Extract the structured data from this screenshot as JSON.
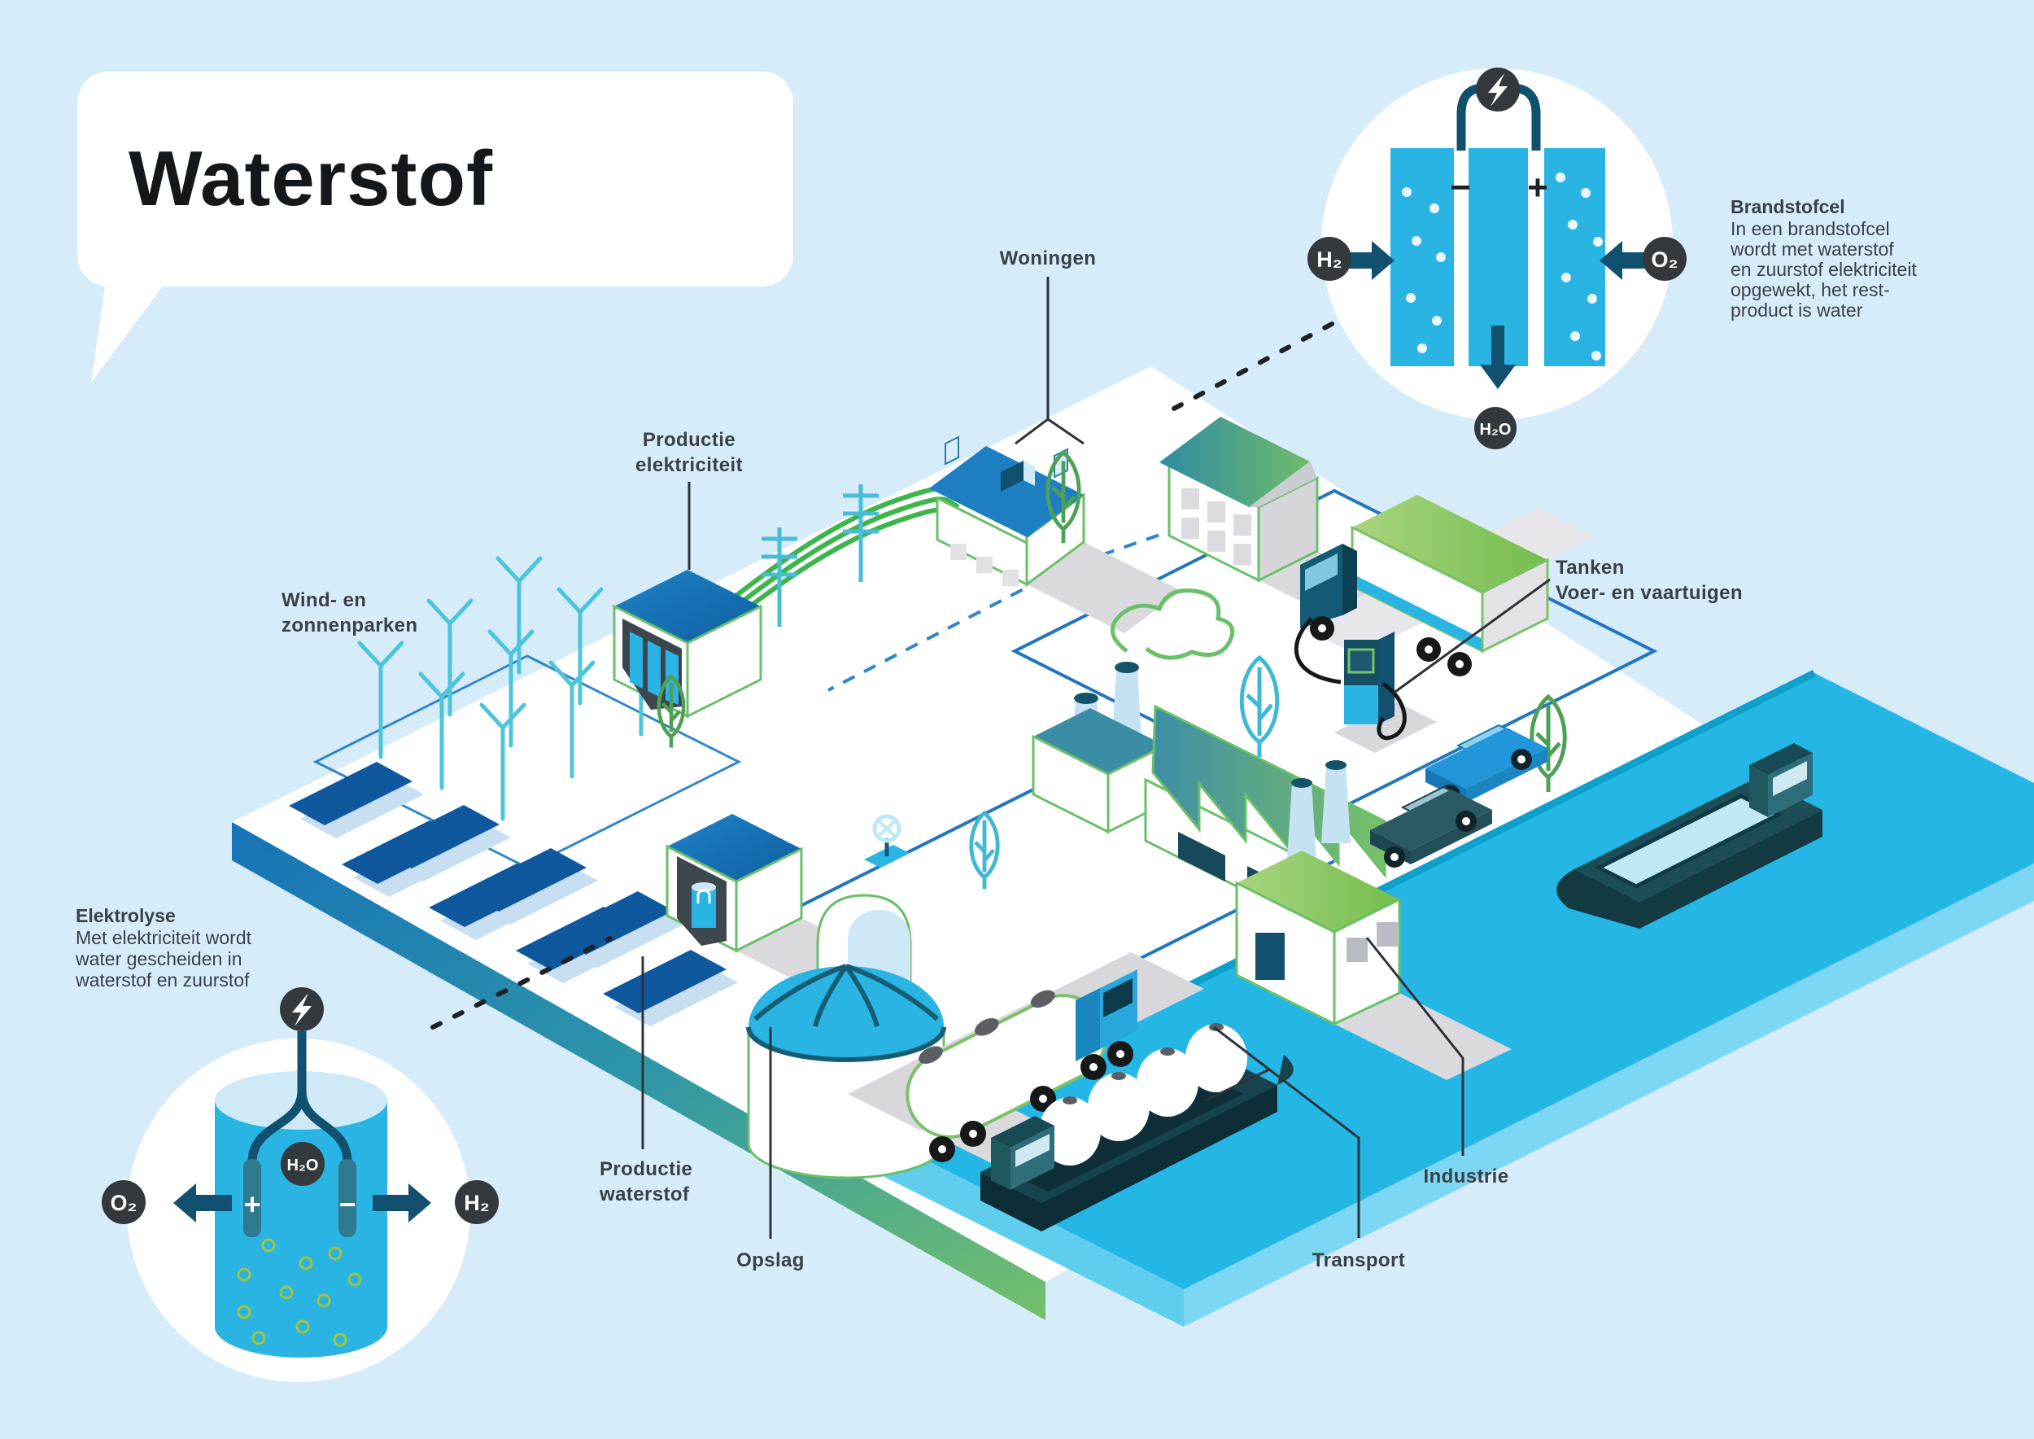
{
  "title": "Waterstof",
  "labels": {
    "woningen": "Woningen",
    "productie_elektriciteit": [
      "Productie",
      "elektriciteit"
    ],
    "wind_zonnenparken": [
      "Wind- en",
      "zonnenparken"
    ],
    "productie_waterstof": [
      "Productie",
      "waterstof"
    ],
    "opslag": "Opslag",
    "transport": "Transport",
    "industrie": "Industrie",
    "tanken": [
      "Tanken",
      "Voer- en vaartuigen"
    ]
  },
  "electrolysis": {
    "heading": "Elektrolyse",
    "description": [
      "Met elektriciteit wordt",
      "water gescheiden in",
      "waterstof en zuurstof"
    ],
    "badge_o2": "O₂",
    "badge_h2": "H₂",
    "badge_h2o": "H₂O",
    "plus": "+",
    "minus": "−"
  },
  "fuel_cell": {
    "heading": "Brandstofcel",
    "description": [
      "In een brandstofcel",
      "wordt met waterstof",
      "en zuurstof elektriciteit",
      "opgewekt, het rest-",
      "product is water"
    ],
    "badge_h2": "H₂",
    "badge_o2": "O₂",
    "badge_h2o": "H₂O",
    "plus": "+",
    "minus": "−"
  },
  "colors": {
    "background": "#d7ecf9",
    "water": "#24b6e4",
    "accent_cyan": "#29b4e3",
    "accent_green": "#6abf69",
    "pipe_blue": "#2176bf",
    "dark_teal": "#11506e",
    "badge_dark": "#33393d"
  }
}
